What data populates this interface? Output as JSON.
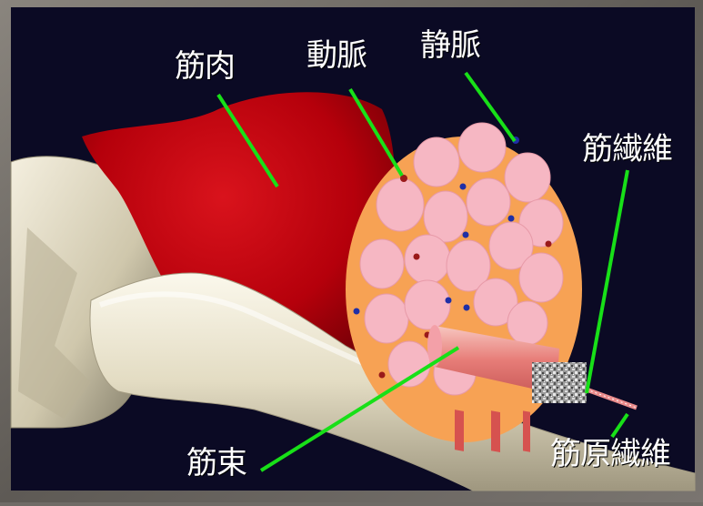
{
  "labels": {
    "muscle": "筋肉",
    "artery": "動脈",
    "vein": "静脈",
    "muscle_fiber": "筋繊維",
    "fascicle": "筋束",
    "myofibril": "筋原繊維"
  },
  "colors": {
    "background": "#0b0a24",
    "muscle": "#b5000b",
    "sheath": "#f7a254",
    "fascicle": "#f6b7c3",
    "artery": "#9a1a1a",
    "vein": "#1f2fa6",
    "bone": "#ece6d2",
    "leader_line": "#18e018"
  }
}
